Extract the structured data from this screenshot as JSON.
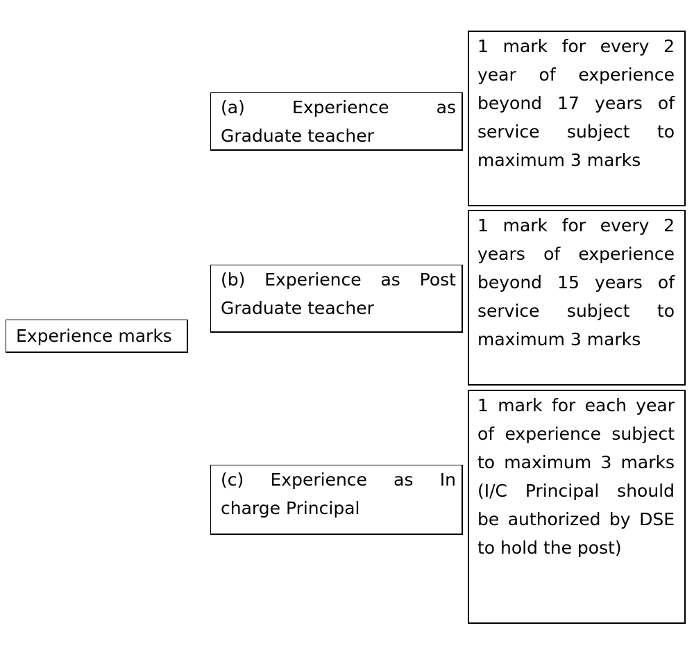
{
  "root": {
    "label": "Experience marks"
  },
  "categories": [
    {
      "label": "(a) Experience as Graduate teacher",
      "description": "1 mark for every 2 year of experience beyond 17 years of service subject to maximum 3 marks"
    },
    {
      "label": "(b) Experience as Post Graduate teacher",
      "description": "1 mark for every 2 years of experience beyond 15 years of service subject to maximum 3 marks"
    },
    {
      "label": "(c) Experience as In charge Principal",
      "description": "1 mark for each year of experience subject to maximum 3 marks (I/C Principal should be authorized by DSE to hold the post)"
    }
  ]
}
